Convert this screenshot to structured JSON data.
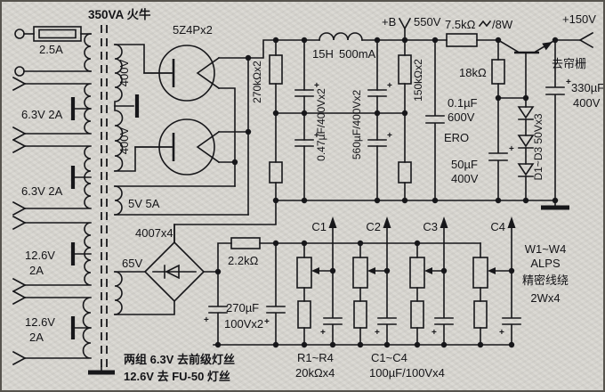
{
  "schematic": {
    "title": "350VA 火牛",
    "primary": {
      "fuse": "2.5A"
    },
    "heaters": {
      "h1": "6.3V 2A",
      "h2": "6.3V 2A",
      "h3a": "12.6V",
      "h3b": "2A",
      "h4a": "12.6V",
      "h4b": "2A"
    },
    "secondaries": {
      "ht1": "400V",
      "ht2": "400V",
      "rect_fil": "5V 5A",
      "bias_w": "65V"
    },
    "tubes": {
      "label": "5Z4Px2"
    },
    "filter": {
      "bleeder1": "270kΩx2",
      "cap1": "0.47µF/400Vx2",
      "cap2": "560µF/400Vx2",
      "choke_h": "15H",
      "choke_ma": "500mA",
      "bplus": "+B",
      "bplus_v": "550V",
      "bleeder2": "150kΩx2"
    },
    "regulator": {
      "r_drop": "7.5kΩ",
      "r_drop_w": "/8W",
      "r_base": "18kΩ",
      "c_film": "0.1µF",
      "c_film_v": "600V",
      "c_film_brand": "ERO",
      "c_base": "50µF",
      "c_base_v": "400V",
      "zeners": "D1~D3 50Vx3",
      "out": "+150V",
      "out_note": "去帘栅",
      "c_out": "330µF",
      "c_out_v": "400V"
    },
    "bias": {
      "bridge": "4007x4",
      "r_filter": "2.2kΩ",
      "c_filter": "270µF",
      "c_filter_v": "100Vx2",
      "ch1": "C1",
      "ch2": "C2",
      "ch3": "C3",
      "ch4": "C4",
      "pots_1": "W1~W4",
      "pots_2": "ALPS",
      "pots_3": "精密线绕",
      "pots_4": "2Wx4",
      "r_set_1": "R1~R4",
      "r_set_2": "20kΩx4",
      "c_set_1": "C1~C4",
      "c_set_2": "100µF/100Vx4"
    },
    "notes": {
      "line1": "两组 6.3V 去前级灯丝",
      "line2": "12.6V 去 FU-50 灯丝"
    },
    "plus_sign": "+"
  }
}
